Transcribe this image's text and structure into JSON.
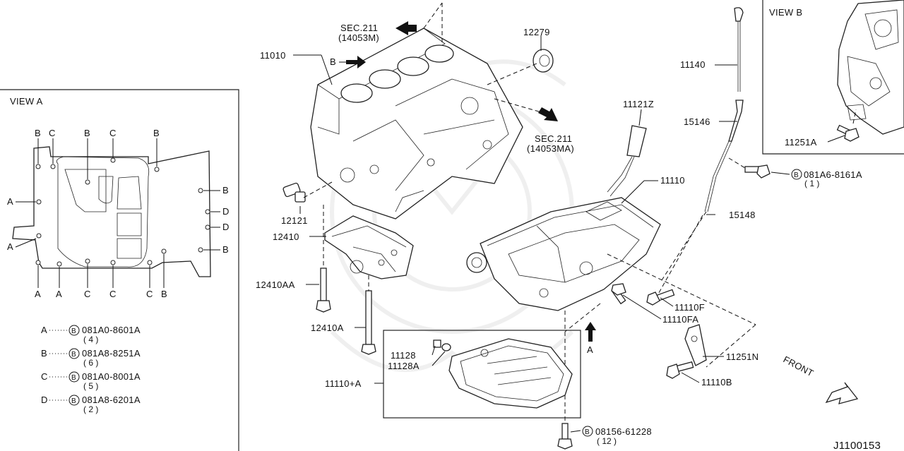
{
  "diagram": {
    "id_code": "J1100153",
    "watermark": "wm-logo",
    "view_a": {
      "title": "VIEW A",
      "top_labels": [
        "B",
        "C",
        "B",
        "C",
        "B"
      ],
      "left_labels": [
        "A",
        "A"
      ],
      "right_labels": [
        "B",
        "D",
        "D",
        "B"
      ],
      "bottom_labels": [
        "A",
        "A",
        "C",
        "C",
        "C",
        "B"
      ],
      "legend": [
        {
          "key": "A",
          "code": "081A0-8601A",
          "qty": "4"
        },
        {
          "key": "B",
          "code": "081A8-8251A",
          "qty": "6"
        },
        {
          "key": "C",
          "code": "081A0-8001A",
          "qty": "5"
        },
        {
          "key": "D",
          "code": "081A8-6201A",
          "qty": "2"
        }
      ]
    },
    "view_b": {
      "title": "VIEW B",
      "part": "11251A"
    },
    "parts": {
      "p11010": "11010",
      "p12279": "12279",
      "p11121Z": "11121Z",
      "p11110": "11110",
      "p11140": "11140",
      "p15146": "15146",
      "p15148": "15148",
      "p12121": "12121",
      "p12410": "12410",
      "p12410AA": "12410AA",
      "p12410A": "12410A",
      "p11128": "11128",
      "p11128A": "11128A",
      "p11110A": "11110+A",
      "p11110F": "11110F",
      "p11110FA": "11110FA",
      "p11251N": "11251N",
      "p11110B": "11110B"
    },
    "bolts": {
      "b1": {
        "code": "081A6-8161A",
        "qty": "1"
      },
      "b2": {
        "code": "08156-61228",
        "qty": "12"
      }
    },
    "sections": {
      "sec1": "SEC.211",
      "sec1_sub": "(14053M)",
      "sec2": "SEC.211",
      "sec2_sub": "(14053MA)"
    },
    "arrows": {
      "arrow_b": "B",
      "arrow_a": "A",
      "front": "FRONT"
    },
    "qty_format": "( {n} )"
  }
}
